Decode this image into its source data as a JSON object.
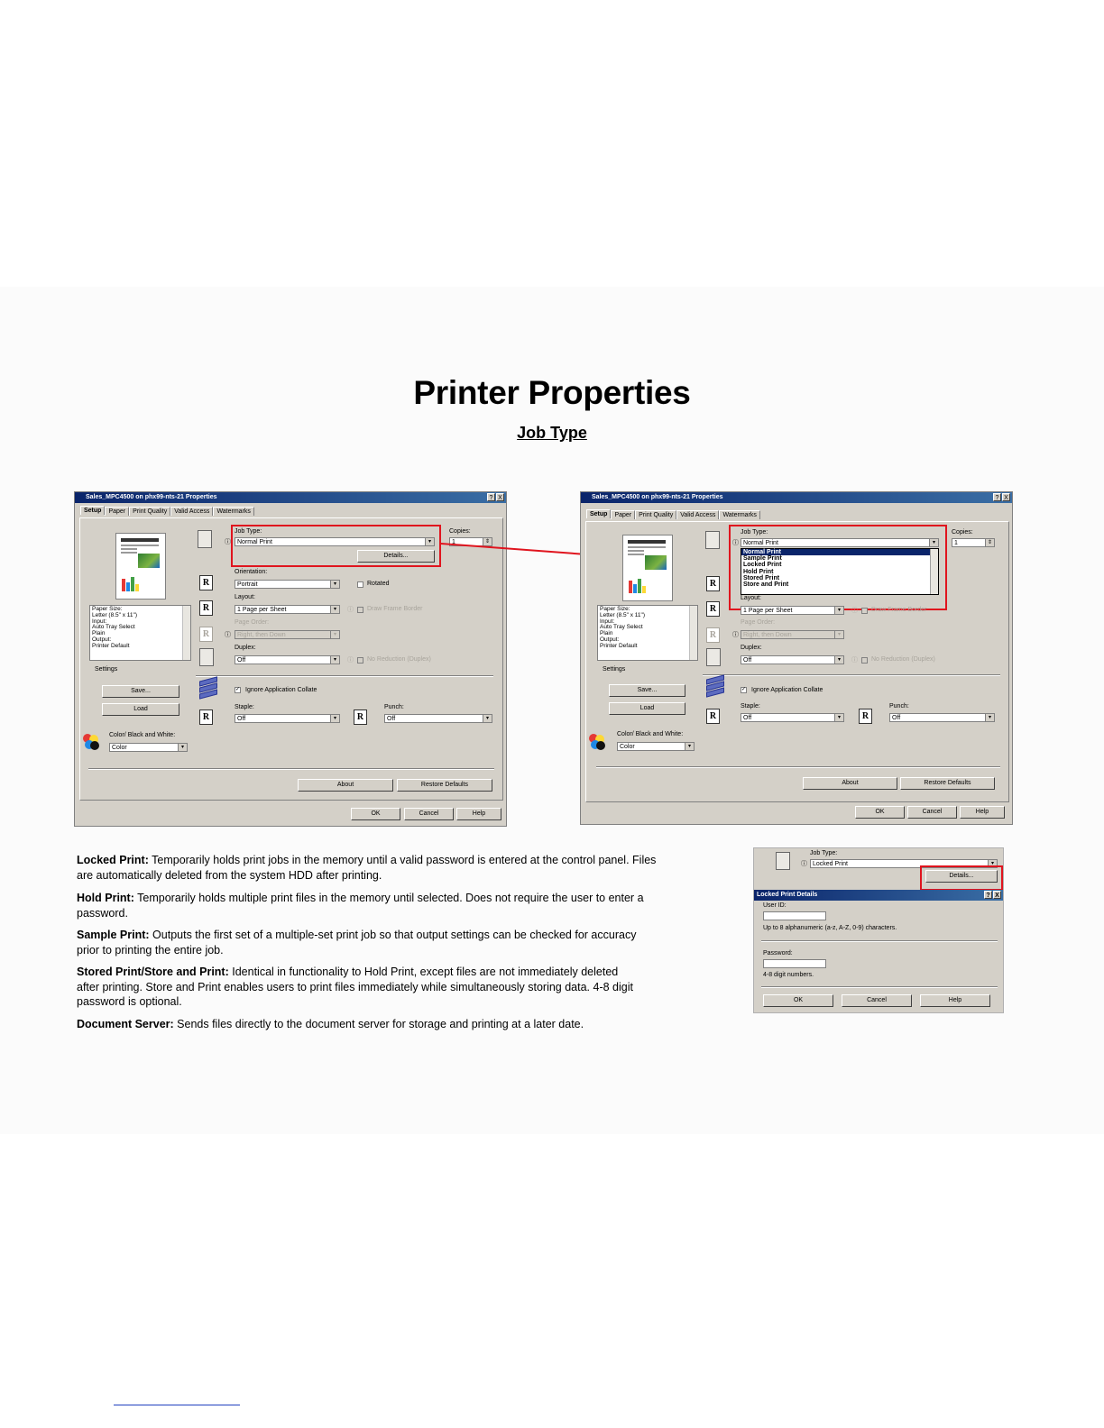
{
  "page": {
    "title": "Printer Properties",
    "subtitle": "Job Type"
  },
  "left_dialog": {
    "title": "Sales_MPC4500 on phx99-nts-21 Properties",
    "help_btn": "?",
    "close_btn": "X",
    "tabs": [
      "Setup",
      "Paper",
      "Print Quality",
      "Valid Access",
      "Watermarks"
    ],
    "job_type_label": "Job Type:",
    "job_type_value": "Normal Print",
    "details_button": "Details...",
    "copies_label": "Copies:",
    "copies_value": "1",
    "orientation_label": "Orientation:",
    "orientation_value": "Portrait",
    "rotated_label": "Rotated",
    "layout_label": "Layout:",
    "layout_value": "1 Page per Sheet",
    "draw_frame_label": "Draw Frame Border",
    "page_order_label": "Page Order:",
    "page_order_value": "Right, then Down",
    "duplex_label": "Duplex:",
    "duplex_value": "Off",
    "no_reduction_label": "No Reduction (Duplex)",
    "info_lines": [
      "Paper Size:",
      "Letter (8.5\" x 11\")",
      "Input:",
      "Auto Tray Select",
      "Plain",
      "Output:",
      "Printer Default"
    ],
    "settings_label": "Settings",
    "save_button": "Save...",
    "load_button": "Load",
    "ignore_collate_label": "Ignore Application Collate",
    "staple_label": "Staple:",
    "staple_value": "Off",
    "punch_label": "Punch:",
    "punch_value": "Off",
    "color_bw_label": "Color/ Black and White:",
    "color_value": "Color",
    "about_button": "About",
    "restore_button": "Restore Defaults",
    "ok_button": "OK",
    "cancel_button": "Cancel",
    "help_button": "Help"
  },
  "right_dialog": {
    "title": "Sales_MPC4500 on phx99-nts-21 Properties",
    "help_btn": "?",
    "close_btn": "X",
    "tabs": [
      "Setup",
      "Paper",
      "Print Quality",
      "Valid Access",
      "Watermarks"
    ],
    "job_type_label": "Job Type:",
    "job_type_value": "Normal Print",
    "job_type_options": [
      "Normal Print",
      "Sample Print",
      "Locked Print",
      "Hold Print",
      "Stored Print",
      "Store and Print"
    ],
    "copies_label": "Copies:",
    "copies_value": "1",
    "layout_label": "Layout:",
    "layout_value": "1 Page per Sheet",
    "draw_frame_label": "Draw Frame Border",
    "page_order_label": "Page Order:",
    "page_order_value": "Right, then Down",
    "duplex_label": "Duplex:",
    "duplex_value": "Off",
    "no_reduction_label": "No Reduction (Duplex)",
    "info_lines": [
      "Paper Size:",
      "Letter (8.5\" x 11\")",
      "Input:",
      "Auto Tray Select",
      "Plain",
      "Output:",
      "Printer Default"
    ],
    "settings_label": "Settings",
    "save_button": "Save...",
    "load_button": "Load",
    "ignore_collate_label": "Ignore Application Collate",
    "staple_label": "Staple:",
    "staple_value": "Off",
    "punch_label": "Punch:",
    "punch_value": "Off",
    "color_bw_label": "Color/ Black and White:",
    "color_value": "Color",
    "about_button": "About",
    "restore_button": "Restore Defaults",
    "ok_button": "OK",
    "cancel_button": "Cancel",
    "help_button": "Help"
  },
  "locked_dialog": {
    "job_type_label": "Job Type:",
    "job_type_value": "Locked Print",
    "details_button": "Details...",
    "title": "Locked Print Details",
    "help_btn": "?",
    "close_btn": "X",
    "user_id_label": "User ID:",
    "user_id_hint": "Up to 8 alphanumeric (a-z, A-Z, 0-9) characters.",
    "password_label": "Password:",
    "password_hint": "4-8 digit numbers.",
    "ok_button": "OK",
    "cancel_button": "Cancel",
    "help_button": "Help"
  },
  "descriptions": [
    {
      "term": "Locked Print:",
      "text": " Temporarily holds print jobs in the memory until a valid password is entered at the control panel. Files are automatically deleted from the system HDD after printing."
    },
    {
      "term": "Hold Print:",
      "text": " Temporarily holds multiple print files in the memory until selected. Does not require the user to enter a password."
    },
    {
      "term": "Sample Print:",
      "text": " Outputs the first set of a multiple-set print job so that output settings can be checked for accuracy prior to printing the entire job."
    },
    {
      "term": "Stored Print/Store and Print:",
      "text": " Identical in functionality to Hold Print, except files are not immediately deleted after printing. Store and Print enables users to print files immediately while simultaneously storing data. 4-8 digit password is optional."
    },
    {
      "term": "Document Server:",
      "text": " Sends files directly to the document server for storage and printing at a later date."
    }
  ],
  "colors": {
    "highlight": "#e0141e",
    "dialog_face": "#d4d0c8",
    "titlebar": "#0a246a"
  }
}
